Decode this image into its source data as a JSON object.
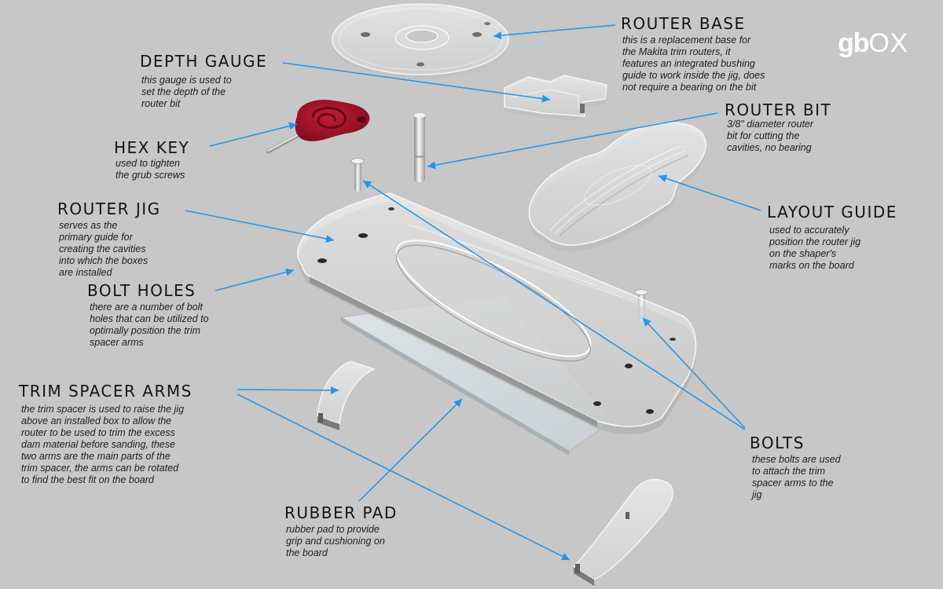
{
  "brand": {
    "logo_bold": "gb",
    "logo_light": "OX"
  },
  "colors": {
    "leader": "#1f97ee",
    "hex_key_red": "#a8142b",
    "background": "#c7c7c7"
  },
  "labels": {
    "router_base": {
      "title": "ROUTER BASE",
      "desc": "this is a replacement base for\nthe Makita trim routers, it\nfeatures an integrated bushing\nguide to work inside the jig, does\nnot require a bearing on the bit"
    },
    "depth_gauge": {
      "title": "DEPTH GAUGE",
      "desc": "this gauge is used to\nset the depth of the\nrouter bit"
    },
    "router_bit": {
      "title": "ROUTER BIT",
      "desc": "3/8\" diameter router\nbit for cutting the\ncavities, no bearing"
    },
    "hex_key": {
      "title": "HEX KEY",
      "desc": "used to tighten\nthe grub screws"
    },
    "layout_guide": {
      "title": "LAYOUT GUIDE",
      "desc": "used to accurately\nposition the router jig\non the shaper's\nmarks on the board"
    },
    "router_jig": {
      "title": "ROUTER JIG",
      "desc": "serves as the\nprimary guide for\ncreating the cavities\ninto which the boxes\nare installed"
    },
    "bolt_holes": {
      "title": "BOLT HOLES",
      "desc": "there are a number of bolt\nholes that can be utilized to\noptimally position the trim\nspacer arms"
    },
    "trim_spacer_arms": {
      "title": "TRIM SPACER ARMS",
      "desc": "the trim spacer is used to raise the jig\nabove an installed box to allow the\nrouter to be used to trim the excess\ndam material before sanding, these\ntwo arms are the main parts of the\ntrim spacer, the arms can be rotated\nto find the best fit on the board"
    },
    "bolts": {
      "title": "BOLTS",
      "desc": "these bolts are used\nto attach the trim\nspacer arms to the\njig"
    },
    "rubber_pad": {
      "title": "RUBBER PAD",
      "desc": "rubber pad to provide\ngrip and cushioning on\nthe board"
    }
  }
}
